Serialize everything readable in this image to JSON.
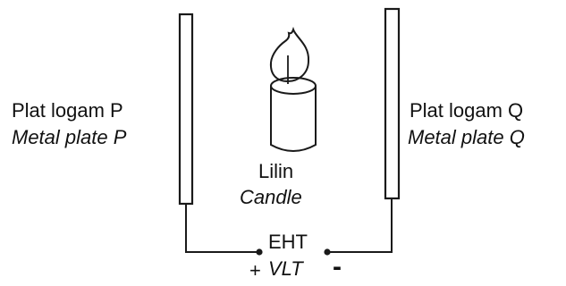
{
  "plate_p": {
    "label_ms": "Plat logam P",
    "label_en": "Metal plate P"
  },
  "plate_q": {
    "label_ms": "Plat logam Q",
    "label_en": "Metal plate Q"
  },
  "candle": {
    "label_ms": "Lilin",
    "label_en": "Candle"
  },
  "supply": {
    "label_ms": "EHT",
    "label_en": "VLT",
    "positive": "+",
    "negative": "-"
  },
  "colors": {
    "line": "#1a1a1a",
    "background": "#ffffff"
  }
}
